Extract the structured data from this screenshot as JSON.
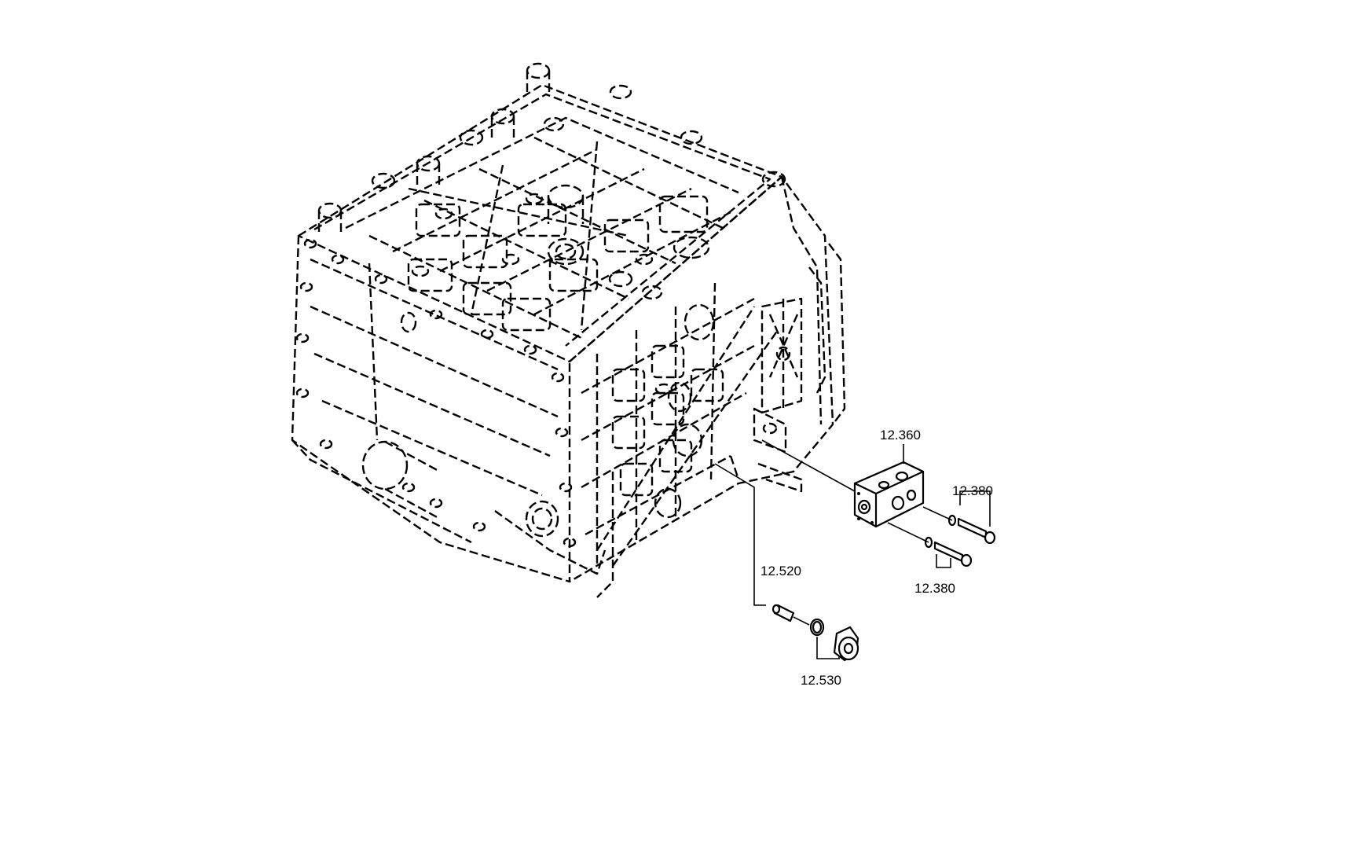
{
  "diagram": {
    "part_labels": [
      {
        "id": "p12360",
        "text": "12.360"
      },
      {
        "id": "p12380a",
        "text": "12.380"
      },
      {
        "id": "p12380b",
        "text": "12.380"
      },
      {
        "id": "p12520",
        "text": "12.520"
      },
      {
        "id": "p12530",
        "text": "12.530"
      }
    ]
  }
}
